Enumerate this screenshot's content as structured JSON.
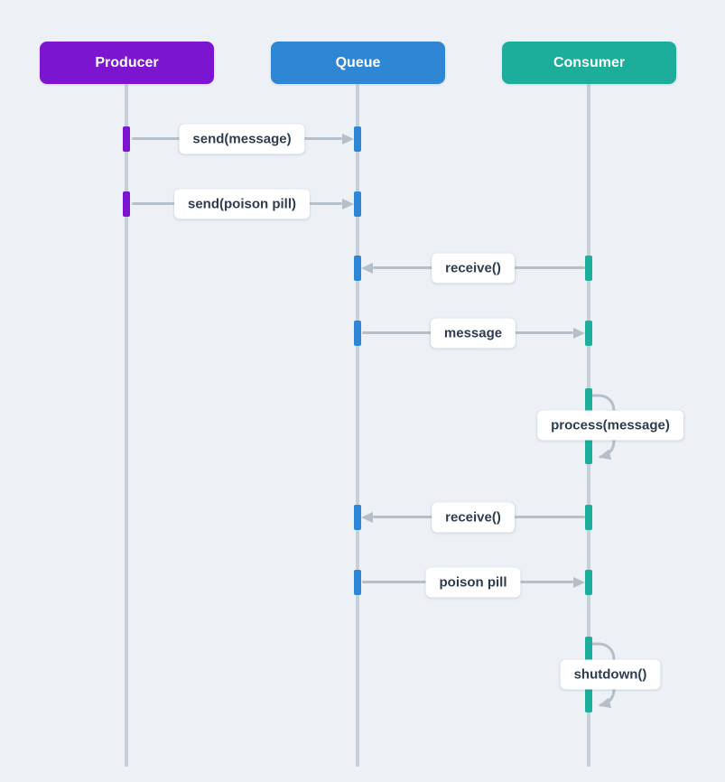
{
  "diagram": {
    "type": "sequence-diagram",
    "background": "#edf1f6",
    "actors": [
      {
        "name": "Producer",
        "color": "#7c15d0"
      },
      {
        "name": "Queue",
        "color": "#2e86d4"
      },
      {
        "name": "Consumer",
        "color": "#1dad9b"
      }
    ],
    "messages": [
      {
        "label": "send(message)",
        "from": "Producer",
        "to": "Queue",
        "self": false
      },
      {
        "label": "send(poison pill)",
        "from": "Producer",
        "to": "Queue",
        "self": false
      },
      {
        "label": "receive()",
        "from": "Consumer",
        "to": "Queue",
        "self": false
      },
      {
        "label": "message",
        "from": "Queue",
        "to": "Consumer",
        "self": false
      },
      {
        "label": "process(message)",
        "from": "Consumer",
        "to": "Consumer",
        "self": true
      },
      {
        "label": "receive()",
        "from": "Consumer",
        "to": "Queue",
        "self": false
      },
      {
        "label": "poison pill",
        "from": "Queue",
        "to": "Consumer",
        "self": false
      },
      {
        "label": "shutdown()",
        "from": "Consumer",
        "to": "Consumer",
        "self": true
      }
    ],
    "colors": {
      "lifeline": "#c6d0d9",
      "arrow": "#b4bfca",
      "label_text": "#2e3c50",
      "label_background": "#ffffff"
    }
  }
}
